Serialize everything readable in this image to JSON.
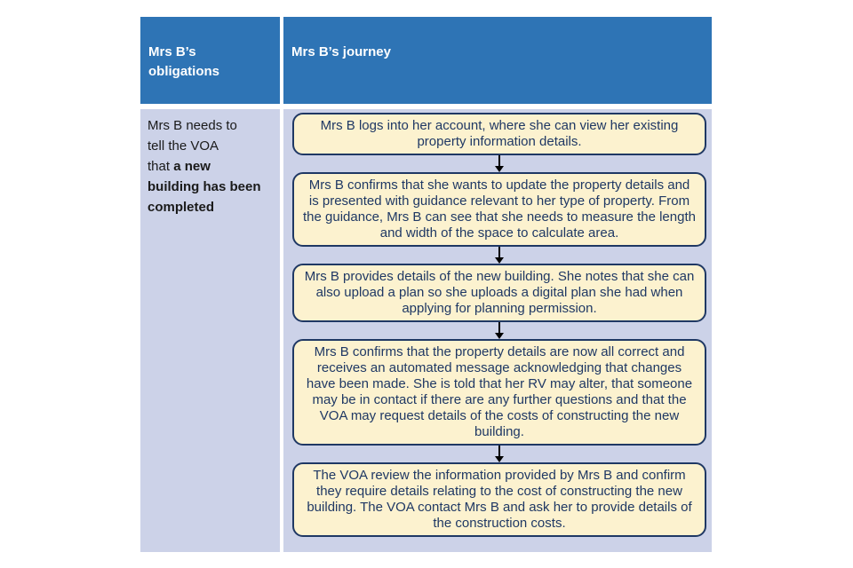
{
  "theme": {
    "header-bg": "#2e74b5",
    "header-text": "#ffffff",
    "body-bg": "#ccd2e8",
    "box-bg": "#fcf2cf",
    "box-border": "#1f3864",
    "box-text": "#1f3864",
    "obligation-text": "#1a1a1a",
    "arrow": "#000000"
  },
  "table": {
    "header": {
      "obligations": "Mrs B’s\nobligations",
      "journey": "Mrs B’s journey"
    },
    "obligation": {
      "plain": "Mrs B needs to\ntell the VOA\nthat ",
      "bold": "a new\nbuilding has been\ncompleted"
    },
    "journey": {
      "steps": [
        "Mrs B logs into her account, where she can view her existing property information details.",
        "Mrs B confirms that she wants to update the property details and is presented with guidance relevant to her type of property. From the guidance, Mrs B can see that she needs to measure the length and width of the space to calculate area.",
        "Mrs B provides details of the new building.  She notes that she can also upload a plan so she uploads a digital plan she had when applying for planning permission.",
        "Mrs B confirms that the property details are now all correct and receives an automated message acknowledging that changes have been made. She is told that her RV may alter, that someone may be in contact if there are any further questions and that the VOA may request details of the costs of constructing the new building.",
        "The VOA review the information provided by Mrs B and confirm they require details relating to the cost of constructing the new building. The VOA contact Mrs B and ask her to provide details of the construction costs."
      ]
    }
  }
}
